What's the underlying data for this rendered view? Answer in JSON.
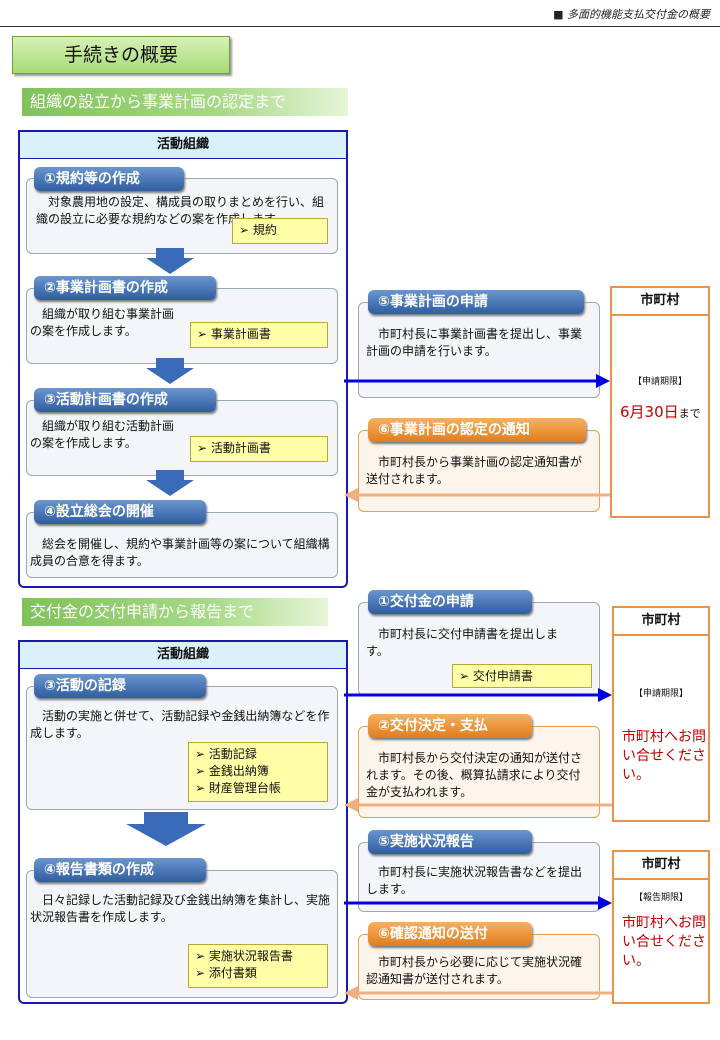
{
  "header": {
    "doc_title": "■ 多面的機能支払交付金の概要"
  },
  "page_title": "手続きの概要",
  "section1": {
    "banner": "組織の設立から事業計画の認定まで",
    "org_title": "活動組織",
    "steps": [
      {
        "label": "①規約等の作成",
        "text": "　対象農用地の設定、構成員の取りまとめを行い、組織の設立に必要な規約などの案を作成します。",
        "docs": [
          "規約"
        ]
      },
      {
        "label": "②事業計画書の作成",
        "text": "　組織が取り組む事業計画の案を作成します。",
        "docs": [
          "事業計画書"
        ]
      },
      {
        "label": "③活動計画書の作成",
        "text": "　組織が取り組む活動計画の案を作成します。",
        "docs": [
          "活動計画書"
        ]
      },
      {
        "label": "④設立総会の開催",
        "text": "　総会を開催し、規約や事業計画等の案について組織構成員の合意を得ます。"
      }
    ],
    "municipal_steps": [
      {
        "label": "⑤事業計画の申請",
        "text": "　市町村長に事業計画書を提出し、事業計画の申請を行います。"
      },
      {
        "label": "⑥事業計画の認定の通知",
        "text": "　市町村長から事業計画の認定通知書が送付されます。"
      }
    ],
    "municipality": {
      "title": "市町村",
      "deadline_label": "【申請期限】",
      "deadline": "6月30日",
      "deadline_suffix": "まで"
    }
  },
  "section2": {
    "banner": "交付金の交付申請から報告まで",
    "org_title": "活動組織",
    "steps": [
      {
        "label": "③活動の記録",
        "text": "　活動の実施と併せて、活動記録や金銭出納簿などを作成します。",
        "docs": [
          "活動記録",
          "金銭出納簿",
          "財産管理台帳"
        ]
      },
      {
        "label": "④報告書類の作成",
        "text": "　日々記録した活動記録及び金銭出納簿を集計し、実施状況報告書を作成します。",
        "docs": [
          "実施状況報告書",
          "添付書類"
        ]
      }
    ],
    "municipal_steps": [
      {
        "label": "①交付金の申請",
        "text": "　市町村長に交付申請書を提出します。",
        "docs": [
          "交付申請書"
        ]
      },
      {
        "label": "②交付決定・支払",
        "text": "　市町村長から交付決定の通知が送付されます。その後、概算払請求により交付金が支払われます。"
      },
      {
        "label": "⑤実施状況報告",
        "text": "　市町村長に実施状況報告書などを提出します。"
      },
      {
        "label": "⑥確認通知の送付",
        "text": "　市町村長から必要に応じて実施状況確認通知書が送付されます。"
      }
    ],
    "municipality_a": {
      "title": "市町村",
      "deadline_label": "【申請期限】",
      "note": "市町村へお問い合せください。"
    },
    "municipality_b": {
      "title": "市町村",
      "deadline_label": "【報告期限】",
      "note": "市町村へお問い合せください。"
    }
  },
  "colors": {
    "frame": "#1a1aa8",
    "blue_pill": "#2f5d9e",
    "orange_pill": "#e07d1f",
    "municipal_border": "#e9934a",
    "deadline_red": "#c00000",
    "arrow_blue": "#0000e0",
    "arrow_orange": "#f0b080"
  }
}
